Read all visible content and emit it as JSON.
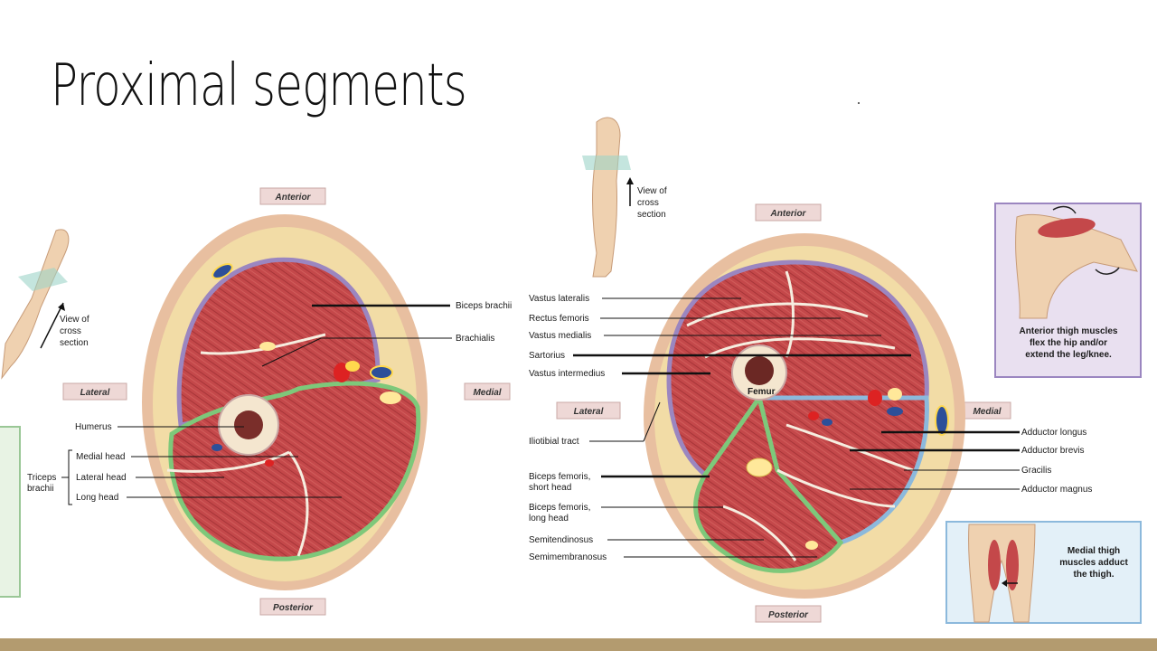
{
  "slide": {
    "title": "Proximal segments"
  },
  "arm": {
    "orientation": {
      "anterior": "Anterior",
      "posterior": "Posterior",
      "lateral": "Lateral",
      "medial": "Medial"
    },
    "view_label": [
      "View of",
      "cross",
      "section"
    ],
    "labels": {
      "biceps_brachii": "Biceps brachii",
      "brachialis": "Brachialis",
      "humerus": "Humerus",
      "medial_head": "Medial head",
      "lateral_head": "Lateral head",
      "long_head": "Long head",
      "triceps_brachii": [
        "Triceps",
        "brachii"
      ]
    }
  },
  "thigh": {
    "orientation": {
      "anterior": "Anterior",
      "posterior": "Posterior",
      "lateral": "Lateral",
      "medial": "Medial"
    },
    "view_label": [
      "View of",
      "cross",
      "section"
    ],
    "femur": "Femur",
    "left_labels": {
      "vastus_lateralis": "Vastus lateralis",
      "rectus_femoris": "Rectus femoris",
      "vastus_medialis": "Vastus medialis",
      "sartorius": "Sartorius",
      "vastus_intermedius": "Vastus intermedius",
      "iliotibial_tract": "Iliotibial tract",
      "biceps_short": [
        "Biceps femoris,",
        "short head"
      ],
      "biceps_long": [
        "Biceps femoris,",
        "long head"
      ],
      "semitendinosus": "Semitendinosus",
      "semimembranosus": "Semimembranosus"
    },
    "right_labels": {
      "adductor_longus": "Adductor longus",
      "adductor_brevis": "Adductor brevis",
      "gracilis": "Gracilis",
      "adductor_magnus": "Adductor magnus"
    },
    "anterior_inset": [
      "Anterior thigh muscles",
      "flex  the hip and/or",
      "extend the leg/knee."
    ],
    "medial_inset": [
      "Medial thigh",
      "muscles adduct",
      "the thigh."
    ]
  },
  "colors": {
    "muscle": "#c4484a",
    "fat": "#f2dca6",
    "skin": "#e8bfa0",
    "anterior_compartment": "#9b86c0",
    "posterior_compartment": "#7ec87a",
    "medial_compartment": "#8cb9dc"
  }
}
